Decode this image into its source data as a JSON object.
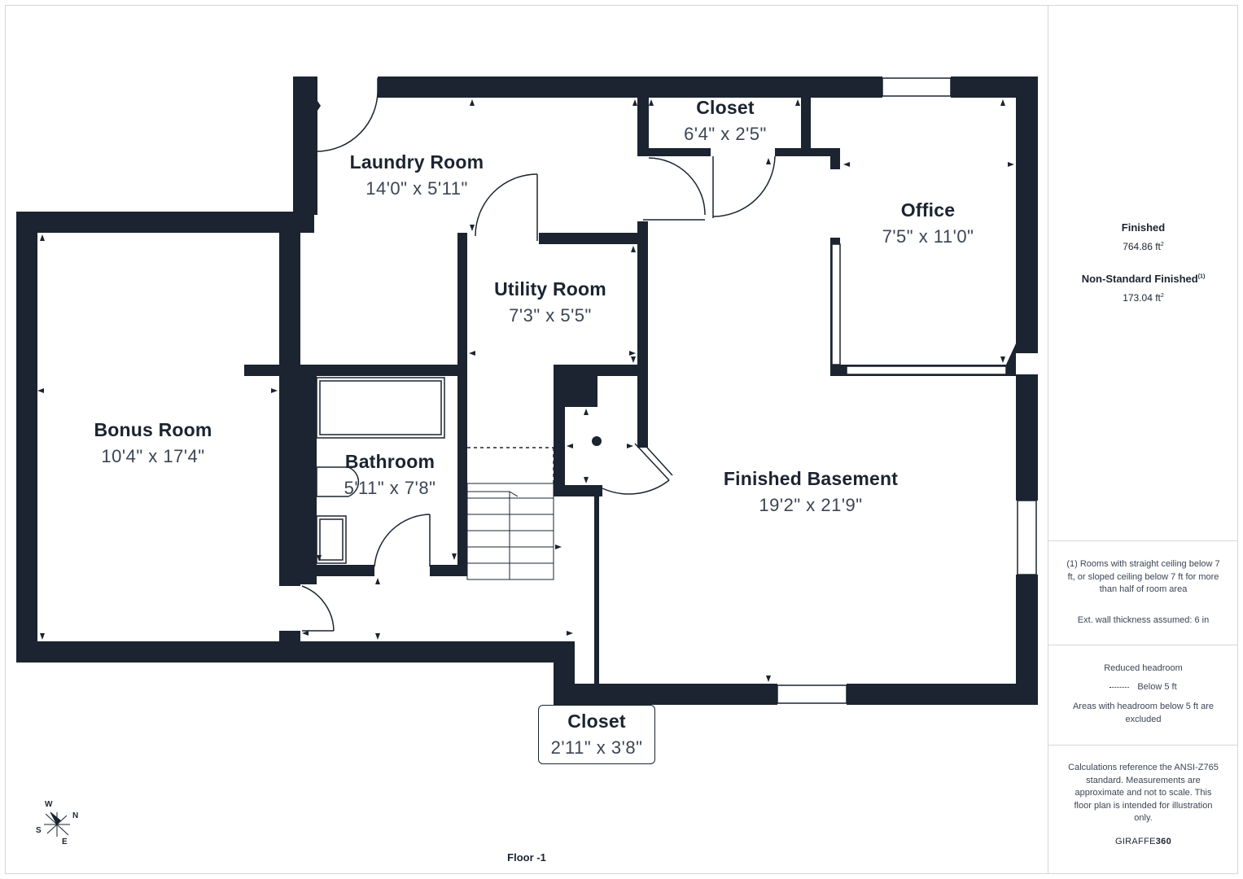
{
  "rooms": {
    "laundry": {
      "name": "Laundry Room",
      "dim": "14'0\" x 5'11\""
    },
    "closet_top": {
      "name": "Closet",
      "dim": "6'4\" x 2'5\""
    },
    "office": {
      "name": "Office",
      "dim": "7'5\" x 11'0\""
    },
    "utility": {
      "name": "Utility Room",
      "dim": "7'3\" x 5'5\""
    },
    "bonus": {
      "name": "Bonus Room",
      "dim": "10'4\" x 17'4\""
    },
    "bathroom": {
      "name": "Bathroom",
      "dim": "5'11\" x 7'8\""
    },
    "basement": {
      "name": "Finished Basement",
      "dim": "19'2\" x 21'9\""
    },
    "closet_bottom": {
      "name": "Closet",
      "dim": "2'11\" x 3'8\""
    }
  },
  "floor_label": "Floor -1",
  "compass": {
    "w": "W",
    "n": "N",
    "s": "S",
    "e": "E"
  },
  "sidebar": {
    "finished_title": "Finished",
    "finished_value": "764.86 ft",
    "nonstd_title": "Non-Standard Finished",
    "nonstd_sup": "(1)",
    "nonstd_value": "173.04 ft",
    "area_unit_sup": "2",
    "note_1": "(1) Rooms with straight ceiling below 7 ft, or sloped ceiling below 7 ft for more than half of room area",
    "note_2": "Ext. wall thickness assumed: 6 in",
    "headroom_title": "Reduced headroom",
    "headroom_legend": "Below 5 ft",
    "headroom_note": "Areas with headroom below 5 ft are excluded",
    "calc_note": "Calculations reference the ANSI-Z765 standard. Measurements are approximate and not to scale. This floor plan is intended for illustration only.",
    "brand_light": "GIRAFFE",
    "brand_bold": "360"
  },
  "colors": {
    "wall": "#1b2430",
    "divider": "#d4d7db"
  }
}
